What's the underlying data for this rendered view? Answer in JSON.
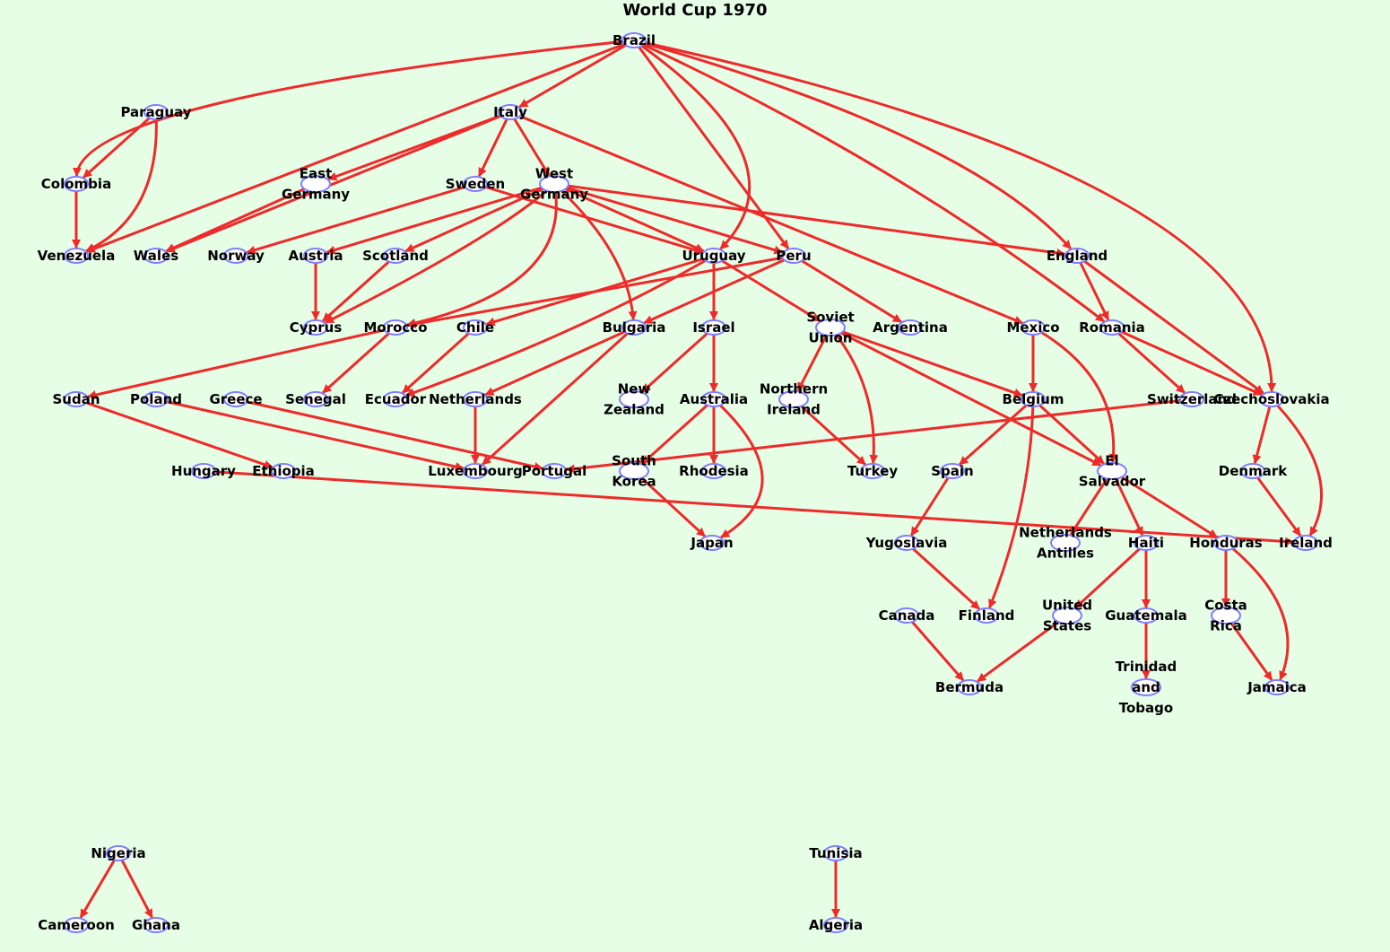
{
  "title": "World Cup 1970",
  "colors": {
    "background": "#e6fde6",
    "edge": "#ee2a2a",
    "node_stroke": "#7f7fff",
    "node_fill": "#ffffff",
    "label": "#000000"
  },
  "nodes": [
    {
      "id": "brazil",
      "label": "Brazil"
    },
    {
      "id": "paraguay",
      "label": "Paraguay"
    },
    {
      "id": "italy",
      "label": "Italy"
    },
    {
      "id": "colombia",
      "label": "Colombia"
    },
    {
      "id": "east_germany",
      "label": "East Germany"
    },
    {
      "id": "sweden",
      "label": "Sweden"
    },
    {
      "id": "west_germany",
      "label": "West Germany"
    },
    {
      "id": "venezuela",
      "label": "Venezuela"
    },
    {
      "id": "wales",
      "label": "Wales"
    },
    {
      "id": "norway",
      "label": "Norway"
    },
    {
      "id": "austria",
      "label": "Austria"
    },
    {
      "id": "scotland",
      "label": "Scotland"
    },
    {
      "id": "uruguay",
      "label": "Uruguay"
    },
    {
      "id": "peru",
      "label": "Peru"
    },
    {
      "id": "england",
      "label": "England"
    },
    {
      "id": "cyprus",
      "label": "Cyprus"
    },
    {
      "id": "morocco",
      "label": "Morocco"
    },
    {
      "id": "chile",
      "label": "Chile"
    },
    {
      "id": "bulgaria",
      "label": "Bulgaria"
    },
    {
      "id": "israel",
      "label": "Israel"
    },
    {
      "id": "soviet_union",
      "label": "Soviet Union"
    },
    {
      "id": "argentina",
      "label": "Argentina"
    },
    {
      "id": "mexico",
      "label": "Mexico"
    },
    {
      "id": "romania",
      "label": "Romania"
    },
    {
      "id": "sudan",
      "label": "Sudan"
    },
    {
      "id": "poland",
      "label": "Poland"
    },
    {
      "id": "greece",
      "label": "Greece"
    },
    {
      "id": "senegal",
      "label": "Senegal"
    },
    {
      "id": "ecuador",
      "label": "Ecuador"
    },
    {
      "id": "netherlands",
      "label": "Netherlands"
    },
    {
      "id": "new_zealand",
      "label": "New Zealand"
    },
    {
      "id": "australia",
      "label": "Australia"
    },
    {
      "id": "northern_ireland",
      "label": "Northern Ireland"
    },
    {
      "id": "belgium",
      "label": "Belgium"
    },
    {
      "id": "switzerland",
      "label": "Switzerland"
    },
    {
      "id": "czechoslovakia",
      "label": "Czechoslovakia"
    },
    {
      "id": "hungary",
      "label": "Hungary"
    },
    {
      "id": "ethiopia",
      "label": "Ethiopia"
    },
    {
      "id": "luxembourg",
      "label": "Luxembourg"
    },
    {
      "id": "portugal",
      "label": "Portugal"
    },
    {
      "id": "south_korea",
      "label": "South Korea"
    },
    {
      "id": "rhodesia",
      "label": "Rhodesia"
    },
    {
      "id": "turkey",
      "label": "Turkey"
    },
    {
      "id": "spain",
      "label": "Spain"
    },
    {
      "id": "el_salvador",
      "label": "El Salvador"
    },
    {
      "id": "denmark",
      "label": "Denmark"
    },
    {
      "id": "japan",
      "label": "Japan"
    },
    {
      "id": "yugoslavia",
      "label": "Yugoslavia"
    },
    {
      "id": "netherlands_antilles",
      "label": "Netherlands Antilles"
    },
    {
      "id": "haiti",
      "label": "Haiti"
    },
    {
      "id": "honduras",
      "label": "Honduras"
    },
    {
      "id": "ireland",
      "label": "Ireland"
    },
    {
      "id": "canada",
      "label": "Canada"
    },
    {
      "id": "finland",
      "label": "Finland"
    },
    {
      "id": "united_states",
      "label": "United States"
    },
    {
      "id": "guatemala",
      "label": "Guatemala"
    },
    {
      "id": "costa_rica",
      "label": "Costa Rica"
    },
    {
      "id": "bermuda",
      "label": "Bermuda"
    },
    {
      "id": "trinidad_and_tobago",
      "label": "Trinidad and Tobago"
    },
    {
      "id": "jamaica",
      "label": "Jamaica"
    },
    {
      "id": "nigeria",
      "label": "Nigeria"
    },
    {
      "id": "cameroon",
      "label": "Cameroon"
    },
    {
      "id": "ghana",
      "label": "Ghana"
    },
    {
      "id": "tunisia",
      "label": "Tunisia"
    },
    {
      "id": "algeria",
      "label": "Algeria"
    }
  ],
  "edges": [
    {
      "from": "brazil",
      "to": "italy"
    },
    {
      "from": "brazil",
      "to": "colombia"
    },
    {
      "from": "brazil",
      "to": "venezuela"
    },
    {
      "from": "brazil",
      "to": "uruguay"
    },
    {
      "from": "brazil",
      "to": "peru"
    },
    {
      "from": "brazil",
      "to": "england"
    },
    {
      "from": "brazil",
      "to": "romania"
    },
    {
      "from": "brazil",
      "to": "czechoslovakia"
    },
    {
      "from": "paraguay",
      "to": "colombia"
    },
    {
      "from": "paraguay",
      "to": "venezuela"
    },
    {
      "from": "colombia",
      "to": "venezuela"
    },
    {
      "from": "italy",
      "to": "east_germany"
    },
    {
      "from": "italy",
      "to": "sweden"
    },
    {
      "from": "italy",
      "to": "west_germany"
    },
    {
      "from": "italy",
      "to": "wales"
    },
    {
      "from": "italy",
      "to": "mexico"
    },
    {
      "from": "east_germany",
      "to": "wales"
    },
    {
      "from": "sweden",
      "to": "norway"
    },
    {
      "from": "sweden",
      "to": "uruguay"
    },
    {
      "from": "west_germany",
      "to": "austria"
    },
    {
      "from": "west_germany",
      "to": "scotland"
    },
    {
      "from": "west_germany",
      "to": "cyprus"
    },
    {
      "from": "west_germany",
      "to": "morocco"
    },
    {
      "from": "west_germany",
      "to": "bulgaria"
    },
    {
      "from": "west_germany",
      "to": "uruguay"
    },
    {
      "from": "west_germany",
      "to": "peru"
    },
    {
      "from": "west_germany",
      "to": "england"
    },
    {
      "from": "austria",
      "to": "cyprus"
    },
    {
      "from": "scotland",
      "to": "cyprus"
    },
    {
      "from": "uruguay",
      "to": "chile"
    },
    {
      "from": "uruguay",
      "to": "israel"
    },
    {
      "from": "uruguay",
      "to": "soviet_union"
    },
    {
      "from": "uruguay",
      "to": "ecuador"
    },
    {
      "from": "peru",
      "to": "morocco"
    },
    {
      "from": "peru",
      "to": "bulgaria"
    },
    {
      "from": "peru",
      "to": "argentina"
    },
    {
      "from": "england",
      "to": "romania"
    },
    {
      "from": "england",
      "to": "czechoslovakia"
    },
    {
      "from": "morocco",
      "to": "sudan"
    },
    {
      "from": "morocco",
      "to": "senegal"
    },
    {
      "from": "chile",
      "to": "ecuador"
    },
    {
      "from": "bulgaria",
      "to": "netherlands"
    },
    {
      "from": "bulgaria",
      "to": "luxembourg"
    },
    {
      "from": "israel",
      "to": "new_zealand"
    },
    {
      "from": "israel",
      "to": "australia"
    },
    {
      "from": "soviet_union",
      "to": "northern_ireland"
    },
    {
      "from": "soviet_union",
      "to": "turkey"
    },
    {
      "from": "soviet_union",
      "to": "belgium"
    },
    {
      "from": "soviet_union",
      "to": "el_salvador"
    },
    {
      "from": "mexico",
      "to": "belgium"
    },
    {
      "from": "mexico",
      "to": "el_salvador"
    },
    {
      "from": "romania",
      "to": "switzerland"
    },
    {
      "from": "romania",
      "to": "czechoslovakia"
    },
    {
      "from": "sudan",
      "to": "ethiopia"
    },
    {
      "from": "poland",
      "to": "luxembourg"
    },
    {
      "from": "greece",
      "to": "portugal"
    },
    {
      "from": "netherlands",
      "to": "luxembourg"
    },
    {
      "from": "australia",
      "to": "south_korea"
    },
    {
      "from": "australia",
      "to": "rhodesia"
    },
    {
      "from": "australia",
      "to": "japan"
    },
    {
      "from": "northern_ireland",
      "to": "turkey"
    },
    {
      "from": "belgium",
      "to": "spain"
    },
    {
      "from": "belgium",
      "to": "el_salvador"
    },
    {
      "from": "belgium",
      "to": "finland"
    },
    {
      "from": "switzerland",
      "to": "portugal"
    },
    {
      "from": "czechoslovakia",
      "to": "denmark"
    },
    {
      "from": "czechoslovakia",
      "to": "ireland"
    },
    {
      "from": "hungary",
      "to": "ireland"
    },
    {
      "from": "south_korea",
      "to": "japan"
    },
    {
      "from": "spain",
      "to": "yugoslavia"
    },
    {
      "from": "el_salvador",
      "to": "netherlands_antilles"
    },
    {
      "from": "el_salvador",
      "to": "haiti"
    },
    {
      "from": "el_salvador",
      "to": "honduras"
    },
    {
      "from": "denmark",
      "to": "ireland"
    },
    {
      "from": "yugoslavia",
      "to": "finland"
    },
    {
      "from": "haiti",
      "to": "united_states"
    },
    {
      "from": "haiti",
      "to": "guatemala"
    },
    {
      "from": "honduras",
      "to": "costa_rica"
    },
    {
      "from": "honduras",
      "to": "jamaica"
    },
    {
      "from": "canada",
      "to": "bermuda"
    },
    {
      "from": "united_states",
      "to": "bermuda"
    },
    {
      "from": "guatemala",
      "to": "trinidad_and_tobago"
    },
    {
      "from": "costa_rica",
      "to": "jamaica"
    },
    {
      "from": "nigeria",
      "to": "cameroon"
    },
    {
      "from": "nigeria",
      "to": "ghana"
    },
    {
      "from": "tunisia",
      "to": "algeria"
    }
  ]
}
